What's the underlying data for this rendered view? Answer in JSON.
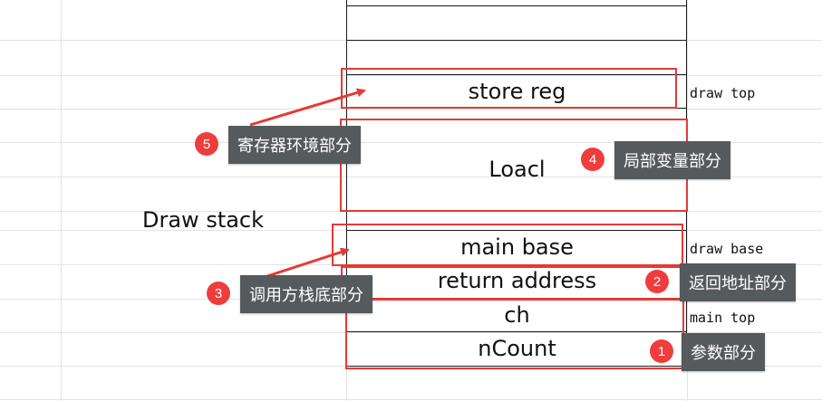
{
  "diagram_title": "Draw stack",
  "stack": {
    "store_reg": "store reg",
    "local": "Loacl",
    "main_base": "main base",
    "return_address": "return address",
    "ch": "ch",
    "ncount": "nCount"
  },
  "side_labels": {
    "draw_top": "draw top",
    "draw_base": "draw base",
    "main_top": "main top"
  },
  "callouts": [
    {
      "num": "1",
      "text": "参数部分"
    },
    {
      "num": "2",
      "text": "返回地址部分"
    },
    {
      "num": "3",
      "text": "调用方栈底部分"
    },
    {
      "num": "4",
      "text": "局部变量部分"
    },
    {
      "num": "5",
      "text": "寄存器环境部分"
    }
  ],
  "colors": {
    "highlight": "#e53935",
    "badge": "#ef3d3d",
    "tag_bg": "#555a5c"
  }
}
